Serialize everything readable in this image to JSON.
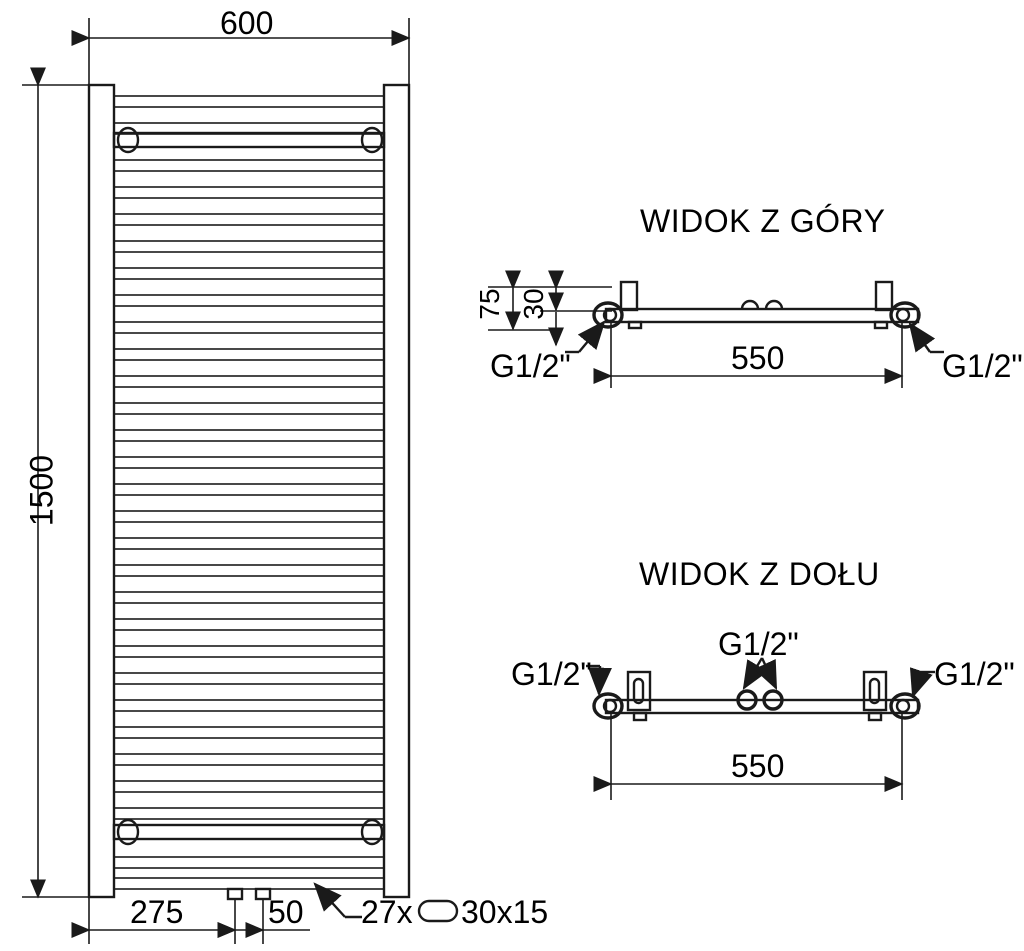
{
  "drawing": {
    "title": "Towel rail radiator dimensioned drawing",
    "units": "mm",
    "line_color": "#1a1a1a",
    "background_color": "#ffffff"
  },
  "front_view": {
    "name": "front-view",
    "width_dimension": "600",
    "height_dimension": "1500",
    "bottom_offset_dimension": "275",
    "connector_spacing_dimension": "50",
    "element_note": "27x",
    "element_profile_size": "30x15",
    "profile_shape_icon": "oval-profile-icon",
    "rung_count": 27
  },
  "top_view": {
    "name": "top-view",
    "title": "WIDOK Z GÓRY",
    "depth_outer_dimension": "75",
    "depth_inner_dimension": "30",
    "center_distance_dimension": "550",
    "thread_left": "G1/2\"",
    "thread_right": "G1/2\""
  },
  "bottom_view": {
    "name": "bottom-view",
    "title": "WIDOK Z DOŁU",
    "center_distance_dimension": "550",
    "thread_left": "G1/2\"",
    "thread_center": "G1/2\"",
    "thread_right": "G1/2\""
  }
}
